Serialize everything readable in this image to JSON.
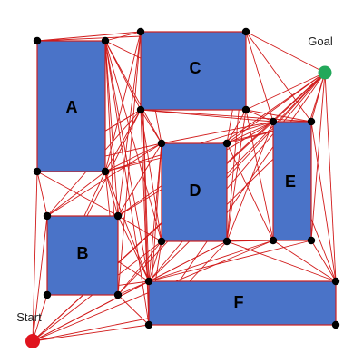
{
  "diagram": {
    "start_label": "Start",
    "goal_label": "Goal",
    "colors": {
      "obstacle_fill": "#4a73c8",
      "edge": "#d11a1a",
      "vertex": "#000000",
      "start": "#e0141e",
      "goal": "#22a85a"
    },
    "obstacles": [
      {
        "id": "A",
        "label": "A"
      },
      {
        "id": "B",
        "label": "B"
      },
      {
        "id": "C",
        "label": "C"
      },
      {
        "id": "D",
        "label": "D"
      },
      {
        "id": "E",
        "label": "E"
      },
      {
        "id": "F",
        "label": "F"
      }
    ]
  }
}
